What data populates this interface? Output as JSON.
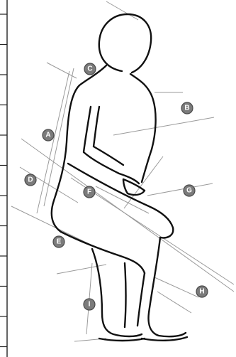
{
  "diagram": {
    "markers": [
      {
        "id": "A",
        "label": "A"
      },
      {
        "id": "B",
        "label": "B"
      },
      {
        "id": "C",
        "label": "C"
      },
      {
        "id": "D",
        "label": "D"
      },
      {
        "id": "E",
        "label": "E"
      },
      {
        "id": "F",
        "label": "F"
      },
      {
        "id": "G",
        "label": "G"
      },
      {
        "id": "H",
        "label": "H"
      },
      {
        "id": "I",
        "label": "I"
      }
    ],
    "ruler_ticks": 13
  }
}
